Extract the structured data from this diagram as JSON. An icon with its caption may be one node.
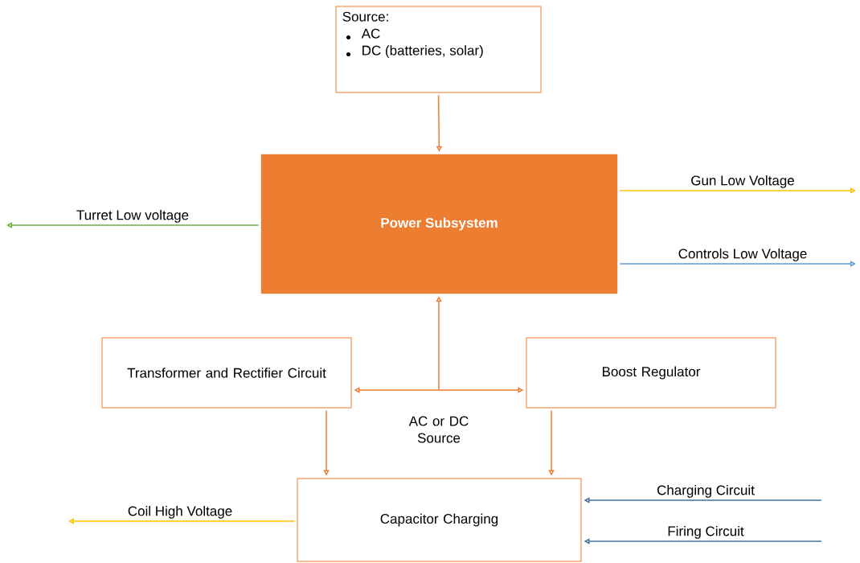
{
  "diagram": {
    "nodes": [
      {
        "text": [
          "Source:",
          "AC",
          "DC (batteries, solar)"
        ]
      },
      {
        "text": [
          "Power Subsystem"
        ]
      },
      {
        "text": [
          "Transformer and Rectifier Circuit"
        ]
      },
      {
        "text": [
          "Boost Regulator"
        ]
      },
      {
        "text": [
          "Capacitor Charging"
        ]
      }
    ],
    "edges": [
      {
        "from": 0,
        "to": 1,
        "arrow": "to"
      },
      {
        "from": 1,
        "to": null,
        "arrow": "to",
        "label": "Turret Low voltage",
        "color": "#70ad47"
      },
      {
        "from": 1,
        "to": null,
        "arrow": "to",
        "label": "Gun Low Voltage",
        "color": "#ffc000"
      },
      {
        "from": 1,
        "to": null,
        "arrow": "to",
        "label": "Controls Low Voltage",
        "color": "#5b9bd5"
      },
      {
        "from": 2,
        "to": 1,
        "arrow": "both"
      },
      {
        "from": 3,
        "to": 1,
        "arrow": "both"
      },
      {
        "from": 2,
        "to": 4,
        "arrow": "to"
      },
      {
        "from": 3,
        "to": 4,
        "arrow": "to"
      },
      {
        "from": 4,
        "to": null,
        "arrow": "to",
        "label": "Coil High Voltage",
        "color": "#ffc000"
      },
      {
        "from": null,
        "to": 4,
        "arrow": "to",
        "label": "Charging Circuit",
        "color": "#41719c"
      },
      {
        "from": null,
        "to": 4,
        "arrow": "to",
        "label": "Firing Circuit",
        "color": "#41719c"
      }
    ],
    "labels": [
      "AC or DC Source"
    ]
  }
}
